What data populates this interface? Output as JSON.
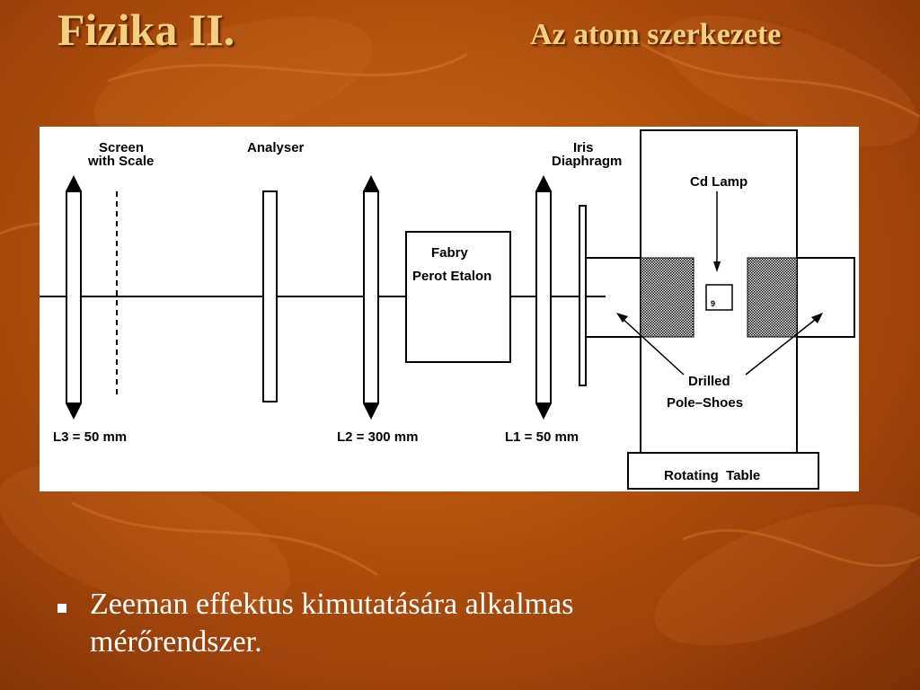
{
  "slide": {
    "title": "Fizika II.",
    "subtitle": "Az atom szerkezete",
    "bullet": "Zeeman effektus kimutatására alkalmas mérőrendszer."
  },
  "diagram": {
    "labels": {
      "screen_line1": "Screen",
      "screen_line2": "with Scale",
      "analyser": "Analyser",
      "iris_line1": "Iris",
      "iris_line2": "Diaphragm",
      "cd_lamp": "Cd Lamp",
      "fabry_line1": "Fabry",
      "fabry_line2": "Perot Etalon",
      "lamp_mark": "9",
      "drilled_line1": "Drilled",
      "drilled_line2": "Pole–Shoes",
      "l3": "L3 = 50 mm",
      "l2": "L2 = 300 mm",
      "l1": "L1 = 50 mm",
      "rotating_table": "Rotating  Table"
    }
  },
  "colors": {
    "title": "#f2d080",
    "background": "#b8560f",
    "bullet_text": "#ffffff",
    "diagram_bg": "#ffffff"
  }
}
